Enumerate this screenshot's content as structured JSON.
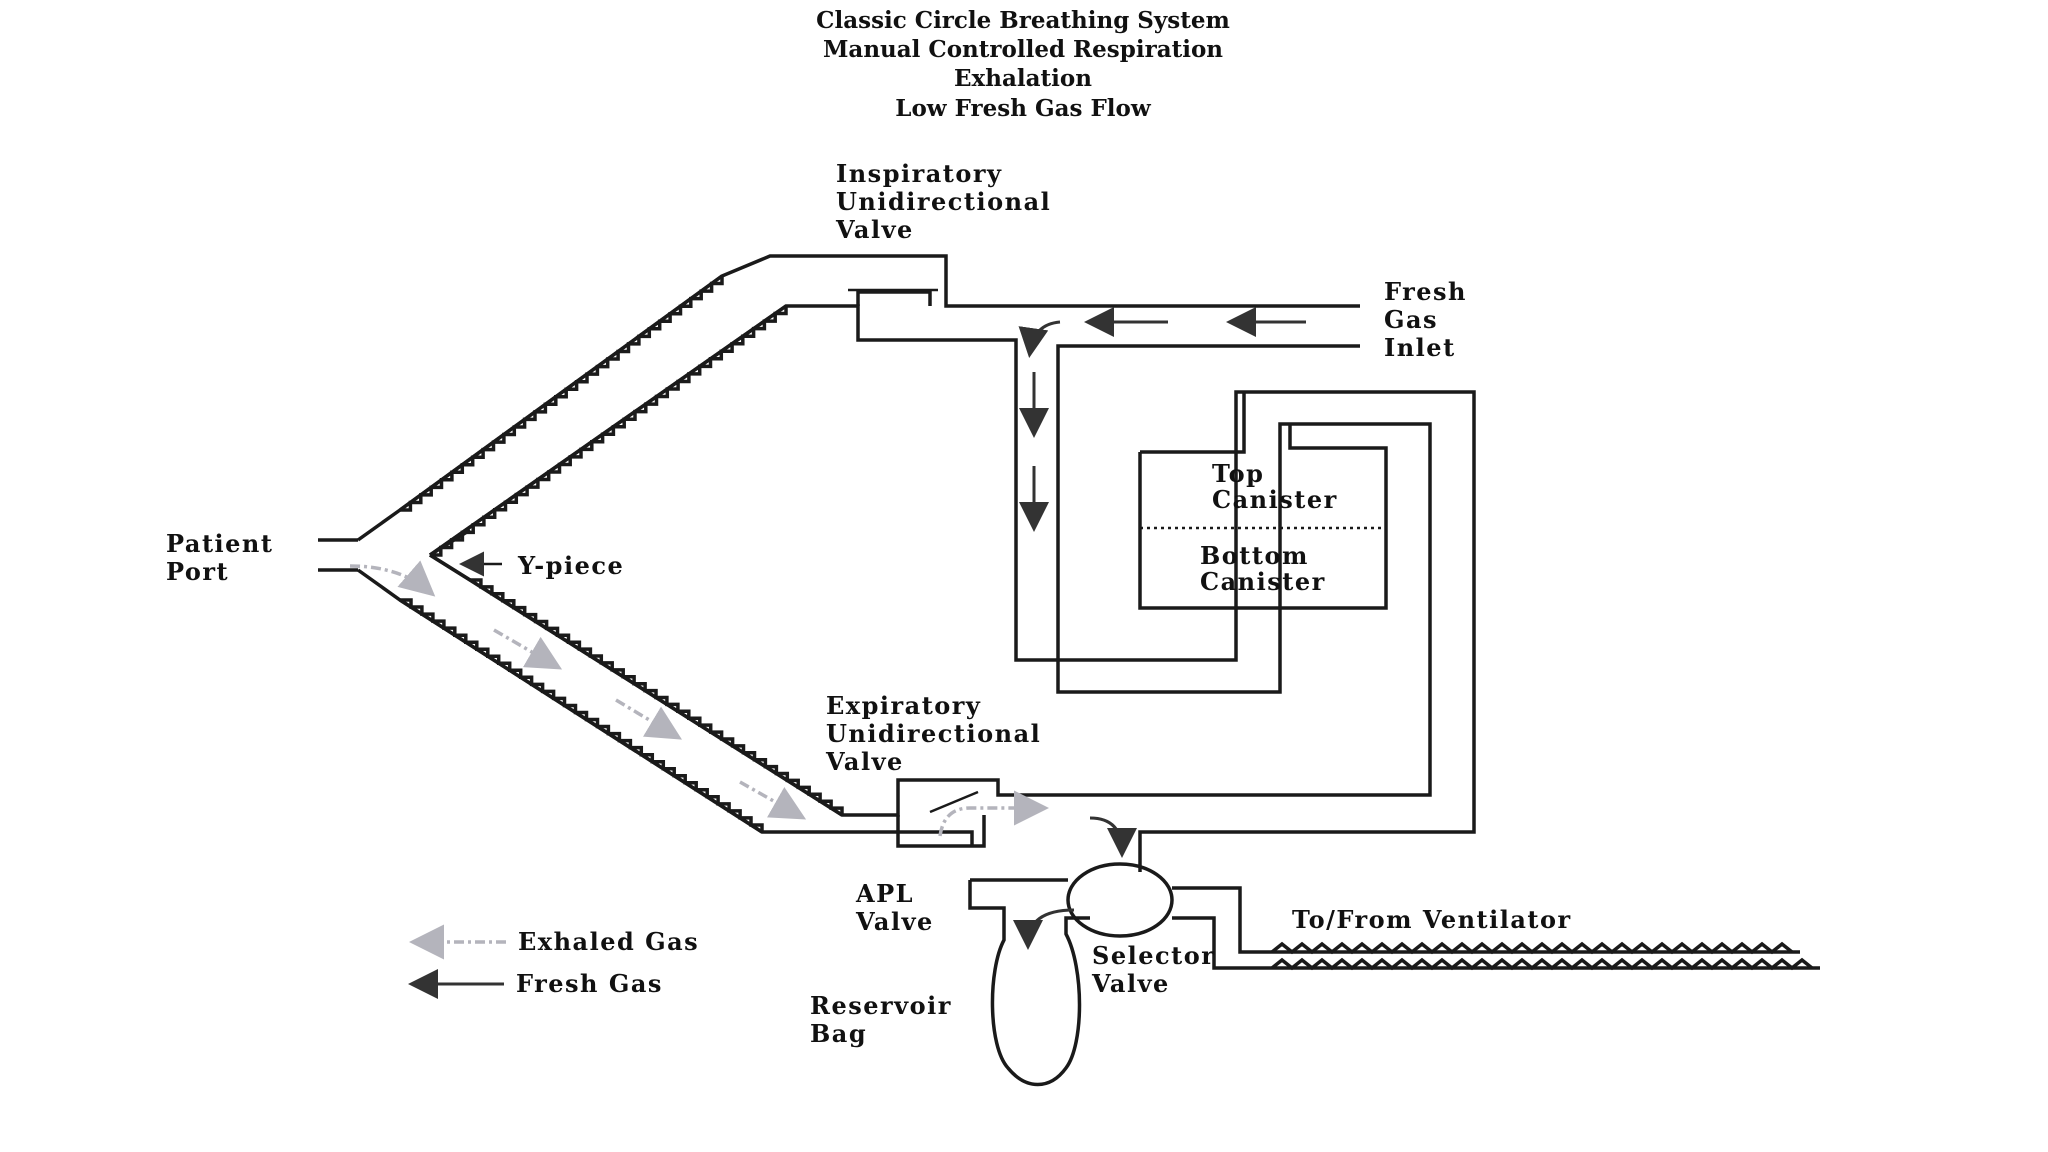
{
  "title": {
    "line1": "Classic Circle Breathing System",
    "line2": "Manual Controlled Respiration",
    "line3": "Exhalation",
    "line4": "Low Fresh Gas Flow"
  },
  "labels": {
    "inspiratory_valve": [
      "Inspiratory",
      "Unidirectional",
      "Valve"
    ],
    "fresh_gas_inlet": [
      "Fresh",
      "Gas",
      "Inlet"
    ],
    "top_canister": [
      "Top",
      "Canister"
    ],
    "bottom_canister": [
      "Bottom",
      "Canister"
    ],
    "patient_port": [
      "Patient",
      "Port"
    ],
    "y_piece": "Y-piece",
    "expiratory_valve": [
      "Expiratory",
      "Unidirectional",
      "Valve"
    ],
    "apl_valve": [
      "APL",
      "Valve"
    ],
    "selector_valve": [
      "Selector",
      "Valve"
    ],
    "reservoir_bag": [
      "Reservoir",
      "Bag"
    ],
    "ventilator": "To/From Ventilator"
  },
  "legend": {
    "exhaled": "Exhaled Gas",
    "fresh": "Fresh Gas"
  },
  "colors": {
    "line": "#1a1a1a",
    "fresh_arrow": "#333333",
    "exhaled_arrow": "#b4b4bc"
  }
}
